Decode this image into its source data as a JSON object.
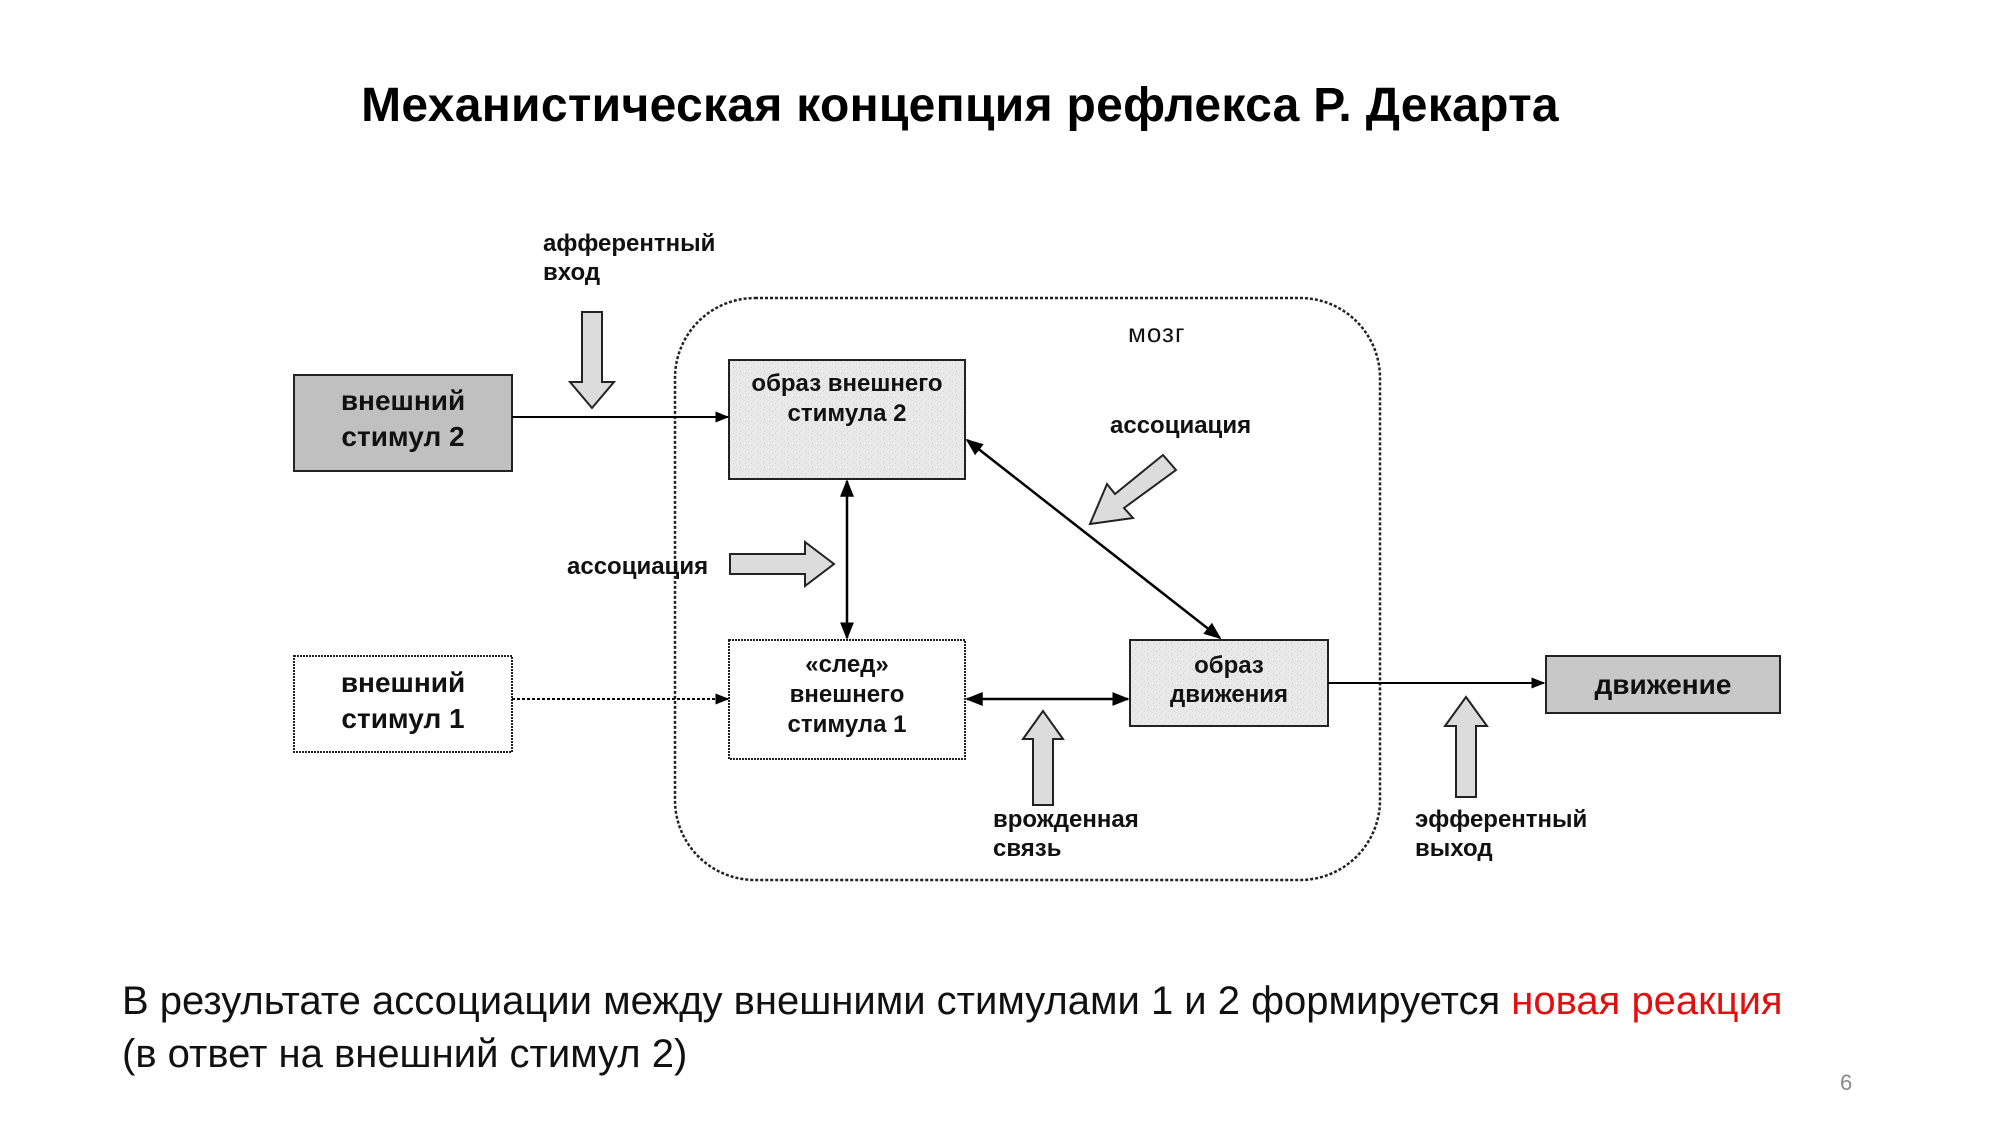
{
  "title": "Механистическая концепция рефлекса Р. Декарта",
  "brain_label": "мозг",
  "nodes": {
    "stimulus2": [
      "внешний",
      "стимул 2"
    ],
    "stimulus1": [
      "внешний",
      "стимул 1"
    ],
    "image_stimulus2": [
      "образ внешнего",
      "стимула 2"
    ],
    "trace_stimulus1": [
      "«след»",
      "внешнего",
      "стимула 1"
    ],
    "image_movement": [
      "образ",
      "движения"
    ],
    "movement": "движение"
  },
  "labels": {
    "afferent": [
      "афферентный",
      "вход"
    ],
    "association_top": "ассоциация",
    "association_left": "ассоциация",
    "innate": [
      "врожденная",
      "связь"
    ],
    "efferent": [
      "эфферентный",
      "выход"
    ]
  },
  "bottom_text": {
    "line1_prefix": "В результате ассоциации между внешними стимулами 1 и 2 формируется ",
    "highlight": "новая  реакция",
    "line2": "(в ответ на внешний стимул 2)"
  },
  "colors": {
    "highlight": "#e01010",
    "stimulus2_fill": "#c0c0c0",
    "movement_fill": "#c8c8c8",
    "arrow_fill": "#dcdcdc"
  },
  "page_number": "6"
}
